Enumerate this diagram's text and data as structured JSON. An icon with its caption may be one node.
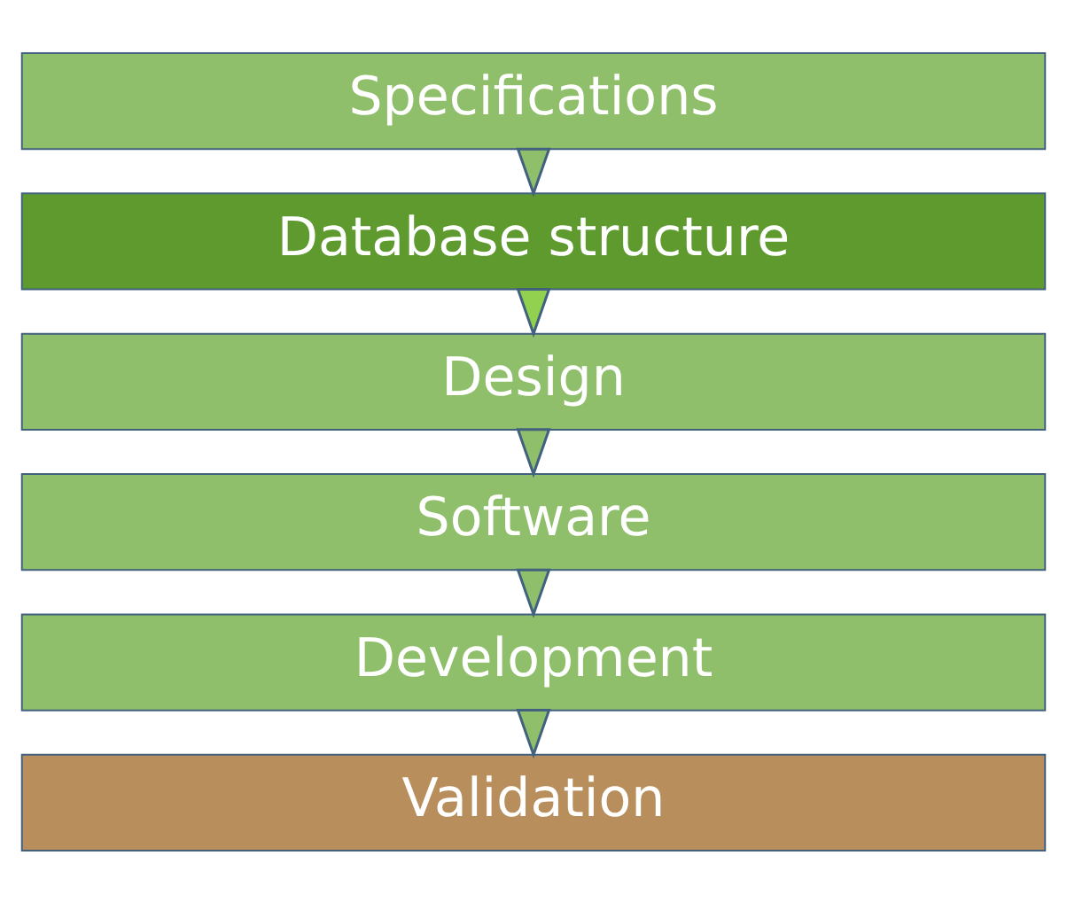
{
  "diagram": {
    "nodes": [
      {
        "text": [
          "Specifications"
        ]
      },
      {
        "text": [
          "Database structure"
        ]
      },
      {
        "text": [
          "Design"
        ]
      },
      {
        "text": [
          "Software"
        ]
      },
      {
        "text": [
          "Development"
        ]
      },
      {
        "text": [
          "Validation"
        ]
      }
    ],
    "edges": [
      {
        "from": 0,
        "to": 1,
        "arrow": "to"
      },
      {
        "from": 1,
        "to": 2,
        "arrow": "to",
        "color": "#92d050"
      },
      {
        "from": 2,
        "to": 3,
        "arrow": "to"
      },
      {
        "from": 3,
        "to": 4,
        "arrow": "to"
      },
      {
        "from": 4,
        "to": 5,
        "arrow": "to"
      }
    ]
  }
}
